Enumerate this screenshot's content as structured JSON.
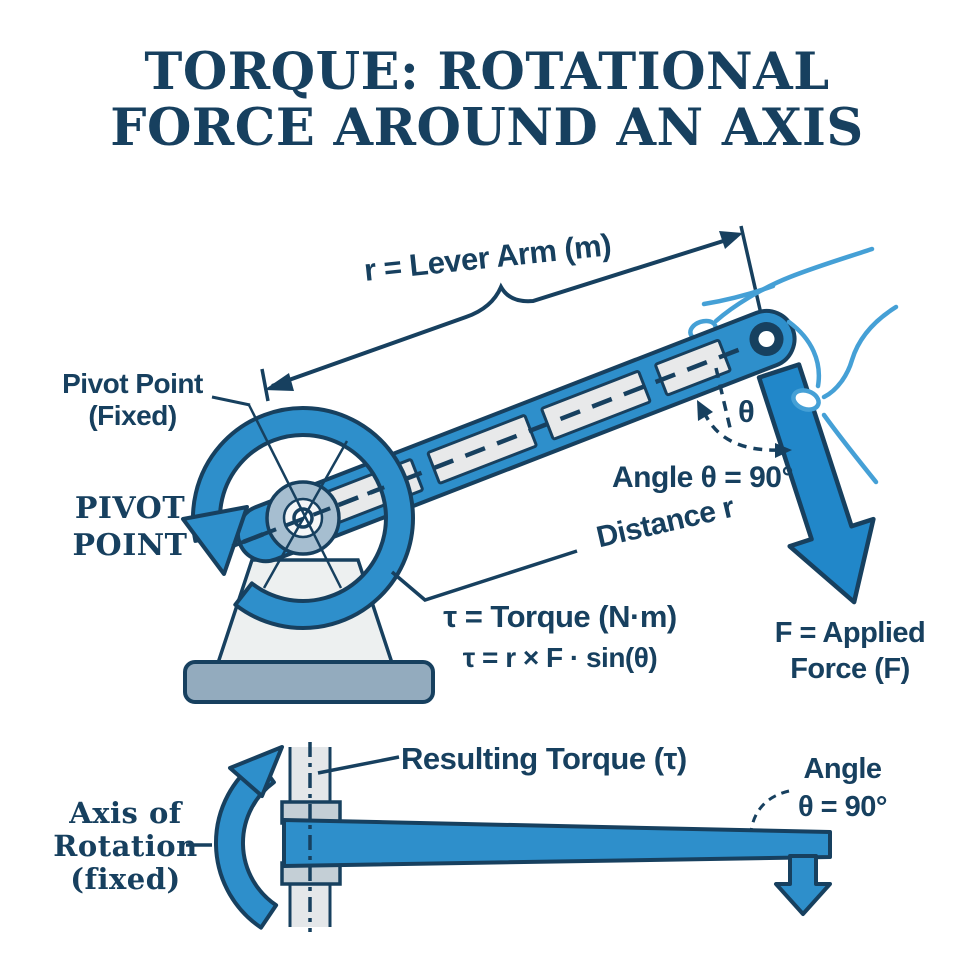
{
  "title": {
    "line1": "TORQUE: ROTATIONAL",
    "line2": "FORCE AROUND AN AXIS"
  },
  "upper": {
    "lever_arm_label": "r = Lever Arm (m)",
    "pivot_callout": {
      "line1": "Pivot Point",
      "line2": "(Fixed)"
    },
    "pivot_caps": {
      "line1": "PIVOT",
      "line2": "POINT"
    },
    "theta_symbol": "θ",
    "angle_label": "Angle θ = 90°",
    "distance_label": "Distance r",
    "torque_definition": "τ = Torque (N·m)",
    "torque_formula": "τ = r × F · sin(θ)",
    "applied_force": {
      "line1": "F = Applied",
      "line2": "Force (F)"
    }
  },
  "lower": {
    "axis_label": {
      "line1": "Axis of",
      "line2": "Rotation",
      "line3": "(fixed)"
    },
    "resulting_torque_label": "Resulting Torque (τ)",
    "angle_label": {
      "line1": "Angle",
      "line2": "θ = 90°"
    }
  },
  "colors": {
    "ink": "#17405F",
    "blue": "#2E8FCB",
    "force_blue": "#2187C9",
    "hand_blue": "#45A0D6",
    "panel_gray": "#E8E9EA",
    "hub_gray": "#A6BED0",
    "base_gray": "#93ABBE",
    "stand_gray": "#EDF0F0",
    "collar_gray": "#C4CFD6",
    "shaft_gray": "#E4E7E9"
  }
}
